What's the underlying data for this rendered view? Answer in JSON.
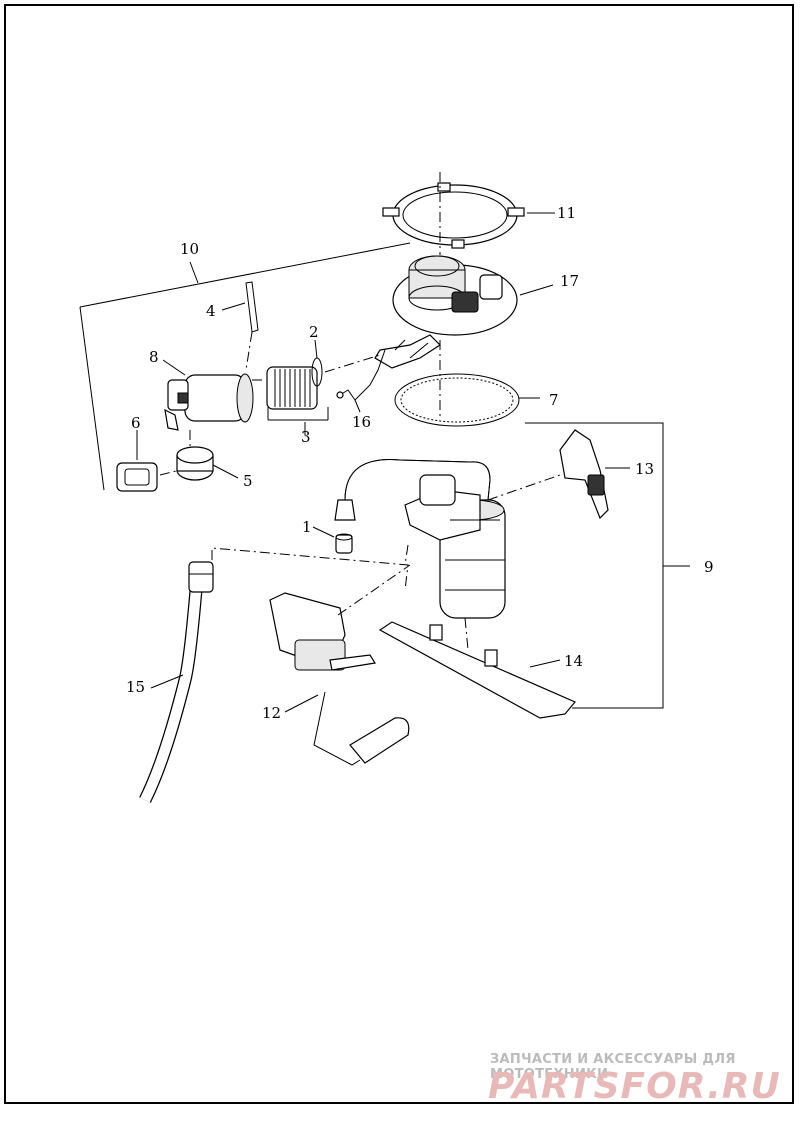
{
  "callouts": {
    "c1": "1",
    "c2": "2",
    "c3": "3",
    "c4": "4",
    "c5": "5",
    "c6": "6",
    "c7": "7",
    "c8": "8",
    "c9": "9",
    "c10": "10",
    "c11": "11",
    "c12": "12",
    "c13": "13",
    "c14": "14",
    "c15": "15",
    "c16": "16",
    "c17": "17"
  },
  "watermark": {
    "tagline": "ЗАПЧАСТИ И АКСЕССУАРЫ ДЛЯ МОТОТЕХНИКИ",
    "logo": "PARTSFOR.RU"
  }
}
